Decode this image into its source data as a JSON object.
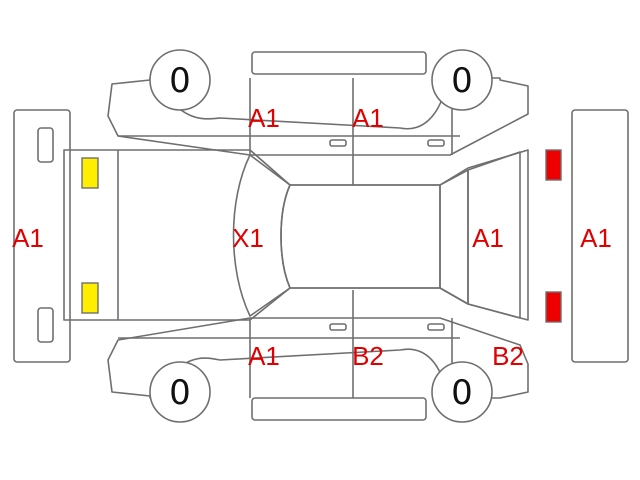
{
  "colors": {
    "outline": "#6f6f6f",
    "label": "#e00000",
    "wheel_text": "#111111",
    "yellow_light": "#ffee00",
    "red_light": "#ee0000"
  },
  "labels": {
    "front_bumper": "A1",
    "rear_bumper": "A1",
    "front_glass": "X1",
    "rear_glass": "A1",
    "left_front_door": "A1",
    "left_rear_door": "A1",
    "right_front_door": "A1",
    "right_rear_door": "B2",
    "right_rear_quarter": "B2"
  },
  "wheels": {
    "front_left": "0",
    "rear_left": "0",
    "front_right": "0",
    "rear_right": "0"
  },
  "icons": {
    "front_lights": "headlight-icon",
    "rear_lights": "taillight-icon"
  }
}
